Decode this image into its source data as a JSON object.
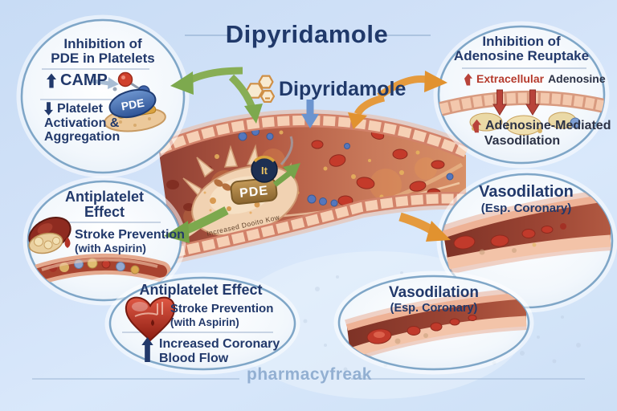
{
  "header": {
    "title": "Dipyridamole"
  },
  "drug_label": {
    "name": "Dipyridamole"
  },
  "bubbles": {
    "pde_inhibition": {
      "title1": "Inhibition of",
      "title2": "PDE in Platelets",
      "camp": "CAMP",
      "effect1": "Platelet",
      "effect2": "Activation &",
      "effect3": "Aggregation",
      "pde_badge": "PDE"
    },
    "adenosine_reuptake": {
      "title1": "Inhibition of",
      "title2": "Adenosine Reuptake",
      "extracellular": "Extracellular",
      "adenosine": "Adenosine",
      "result1": "Adenosine-Mediated",
      "result2": "Vasodilation"
    },
    "antiplatelet_left": {
      "title1": "Antiplatelet",
      "title2": "Effect",
      "line1": "Stroke Prevention",
      "line2": "(with Aspirin)"
    },
    "antiplatelet_bottom": {
      "title": "Antiplatelet Effect",
      "line1": "Stroke Prevention",
      "line2": "(with Aspirin)",
      "flow1": "Increased Coronary",
      "flow2": "Blood Flow"
    },
    "vasodilation_right": {
      "title": "Vasodilation",
      "subtitle": "(Esp. Coronary)"
    },
    "vasodilation_bottom": {
      "title": "Vasodilation",
      "subtitle": "(Esp. Coronary)"
    }
  },
  "artery": {
    "pde_badge": "PDE",
    "it_badge": "It",
    "flow_note": "Increased Dooito Kow"
  },
  "footer": {
    "watermark": "pharmacyfreak"
  },
  "icons": {
    "camp_up_arrow": "⬆",
    "platelet_down_arrow": "⬇",
    "adenosine_up_arrow": "⬆",
    "vasodilation_up_arrow": "⬆",
    "coronary_flow_up_arrow": "⬆",
    "hexagon_molecule": "⬡",
    "heart": "❤",
    "blood_clot": "●"
  },
  "colors": {
    "navy": "#22396b",
    "red": "#b53a2c",
    "green_arrow": "#7da94e",
    "orange_arrow": "#e59a3d",
    "blue_arrow": "#6b94cf",
    "watermark": "#8fadd0",
    "vessel_salmon": "#e8a88d",
    "lumen_dark": "#8f4034"
  }
}
